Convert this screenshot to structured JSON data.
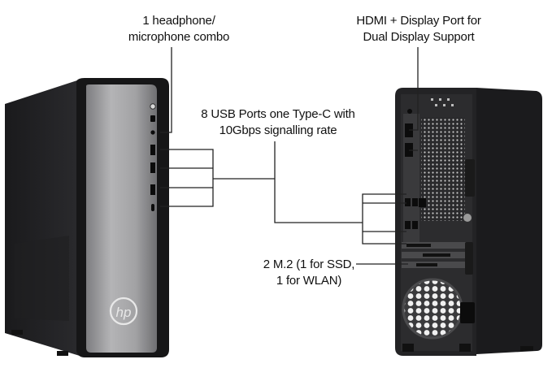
{
  "callouts": {
    "headphone": {
      "line1": "1 headphone/",
      "line2": "microphone combo"
    },
    "hdmi": {
      "line1": "HDMI + Display Port for",
      "line2": "Dual Display Support"
    },
    "usb": {
      "line1": "8 USB Ports one Type-C with",
      "line2": "10Gbps signalling rate"
    },
    "m2": {
      "line1": "2 M.2 (1 for SSD,",
      "line2": "1 for WLAN)"
    }
  },
  "brand": {
    "logo_text": "hp"
  },
  "colors": {
    "case": "#1c1c1e",
    "front_panel": "#9a9a9c",
    "line": "#222222"
  }
}
